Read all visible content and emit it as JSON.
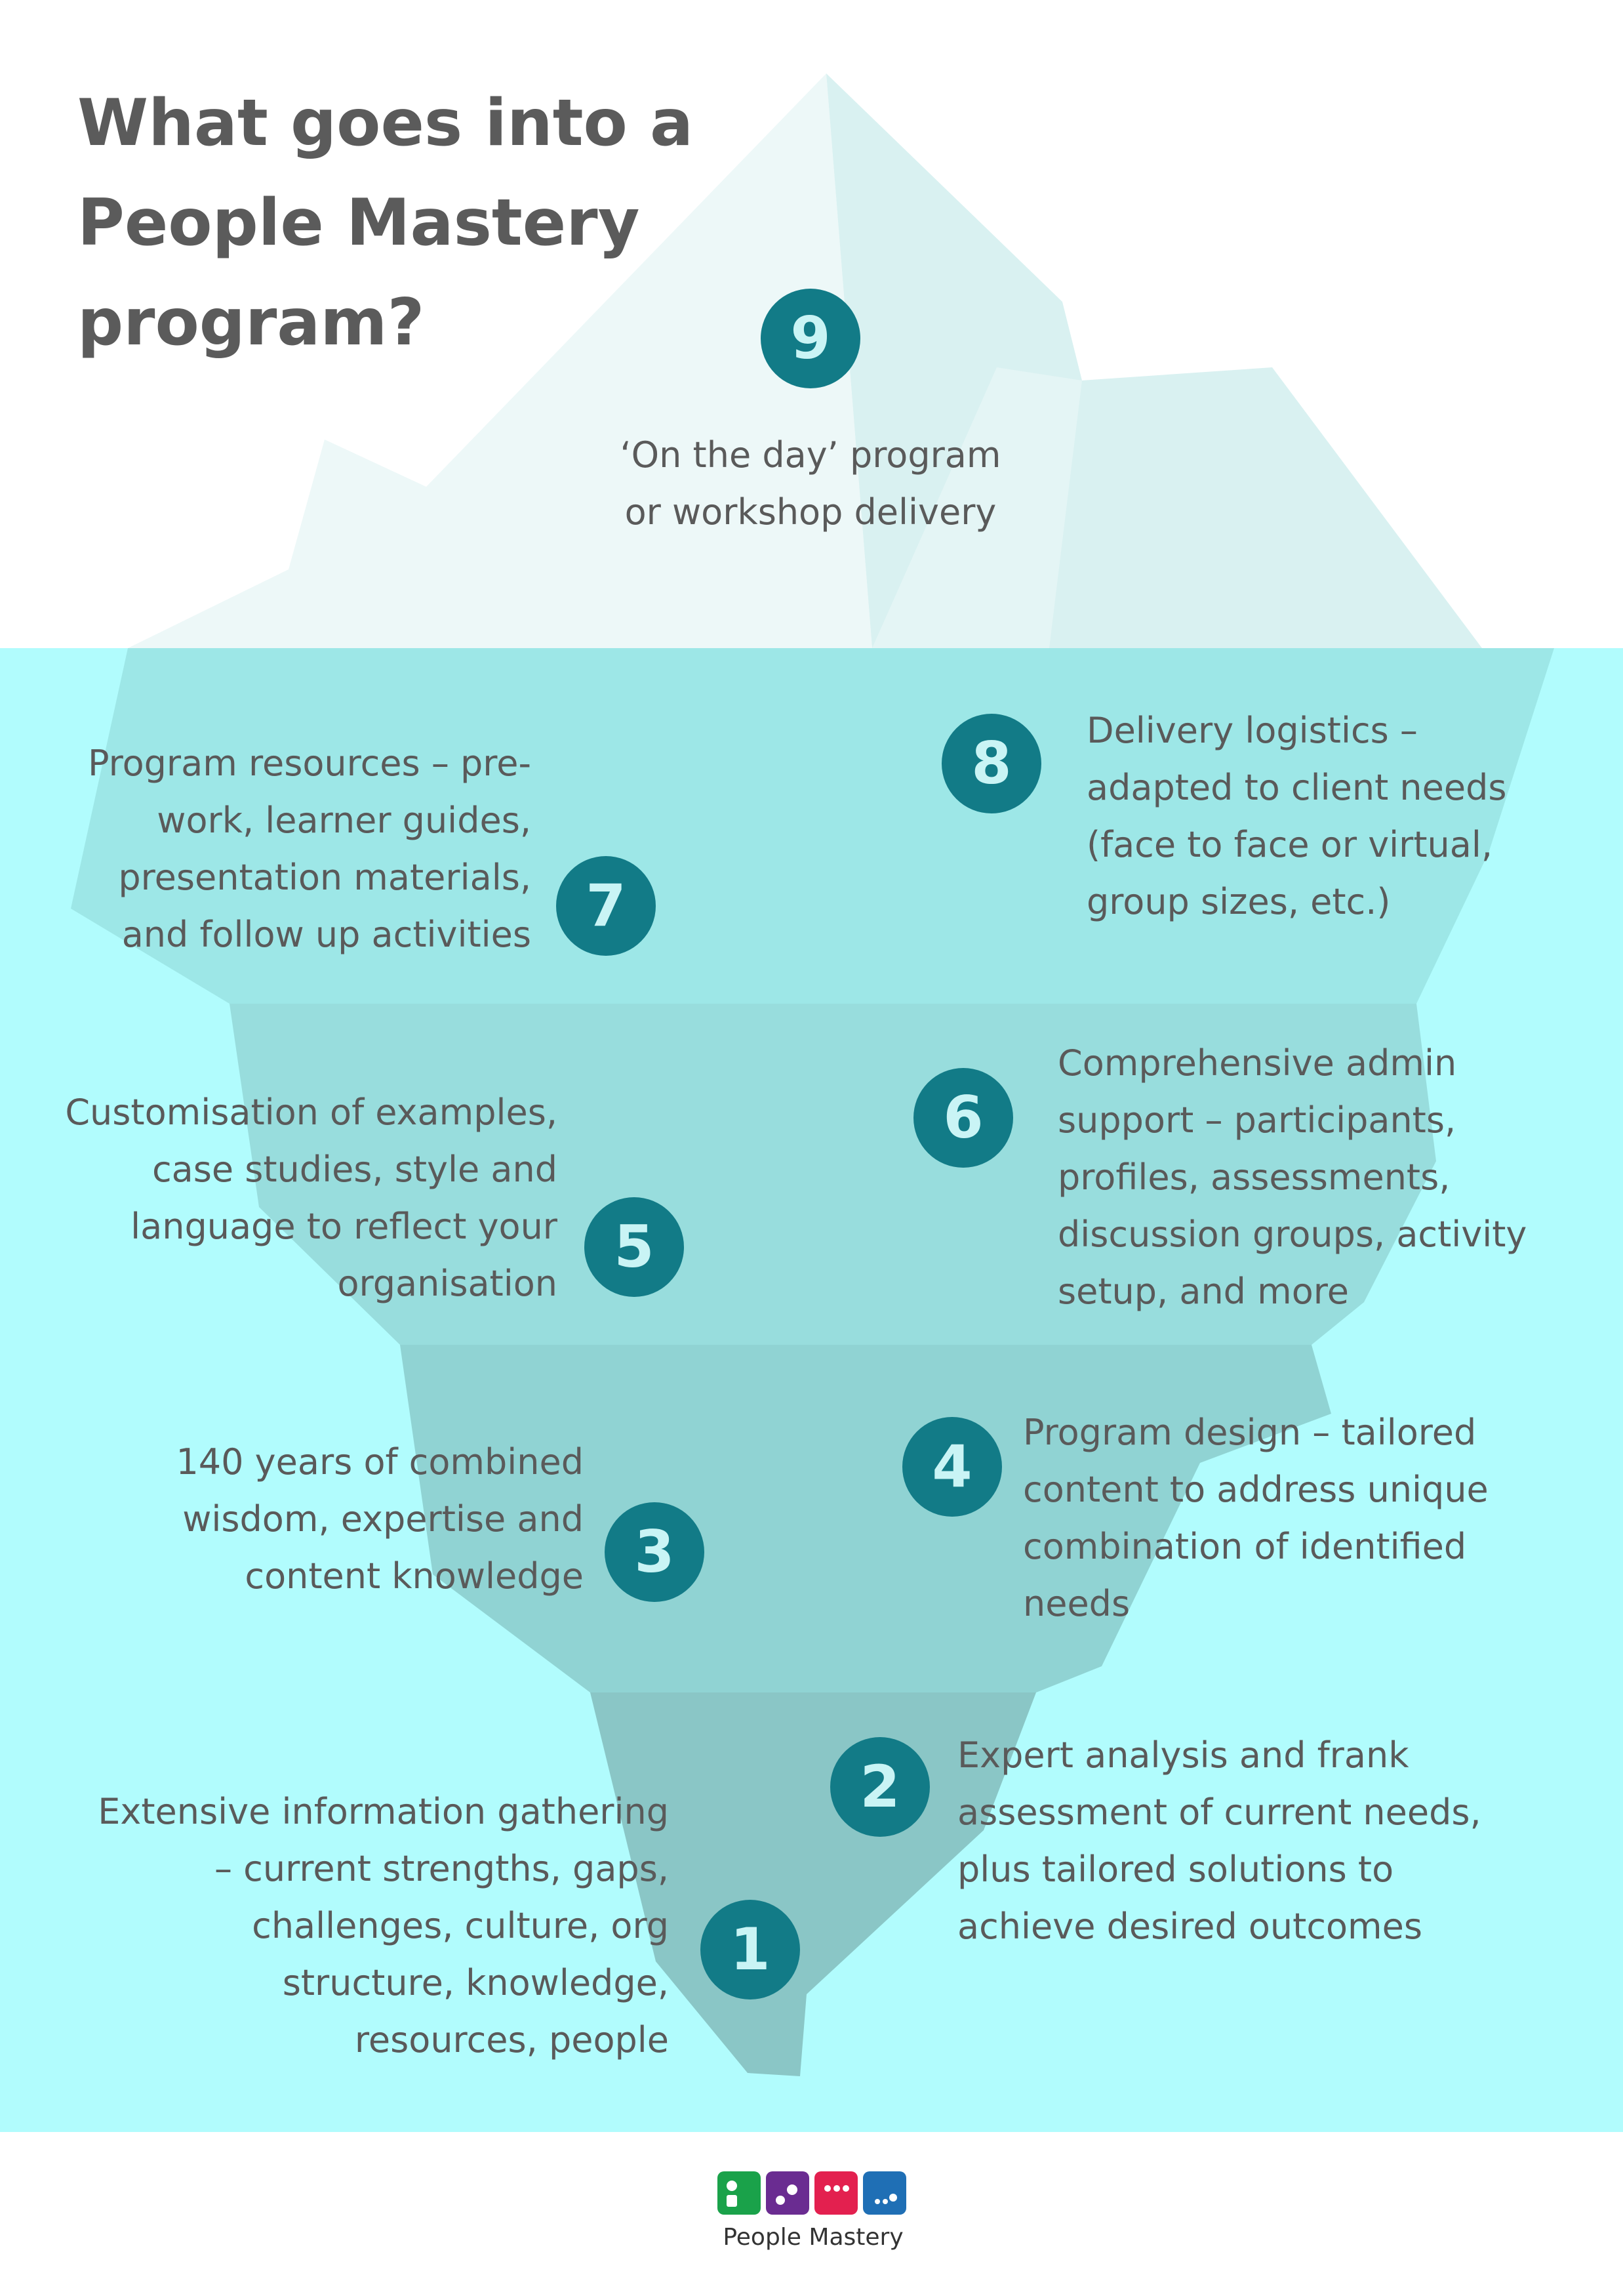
{
  "title": {
    "lines": [
      "What goes into a",
      "People Mastery",
      "program?"
    ]
  },
  "items": [
    {
      "number": "1",
      "lines": [
        "Extensive information gathering",
        "– current strengths, gaps,",
        "challenges, culture, org",
        "structure, knowledge,",
        "resources, people"
      ]
    },
    {
      "number": "2",
      "lines": [
        "Expert analysis and frank",
        "assessment of current needs,",
        "plus tailored solutions to",
        "achieve desired outcomes"
      ]
    },
    {
      "number": "3",
      "lines": [
        "140 years of combined",
        "wisdom, expertise and",
        "content knowledge"
      ]
    },
    {
      "number": "4",
      "lines": [
        "Program design – tailored",
        "content to address unique",
        "combination of identified",
        "needs"
      ]
    },
    {
      "number": "5",
      "lines": [
        "Customisation of examples,",
        "case studies, style and",
        "language to reflect your",
        "organisation"
      ]
    },
    {
      "number": "6",
      "lines": [
        "Comprehensive admin",
        "support – participants,",
        "profiles, assessments,",
        "discussion groups, activity",
        "setup, and more"
      ]
    },
    {
      "number": "7",
      "lines": [
        "Program resources – pre-",
        "work, learner guides,",
        "presentation materials,",
        "and follow up activities"
      ]
    },
    {
      "number": "8",
      "lines": [
        "Delivery logistics –",
        "adapted to client needs",
        "(face to face or virtual,",
        "group sizes, etc.)"
      ]
    },
    {
      "number": "9",
      "lines": [
        "‘On the day’ program",
        "or workshop delivery"
      ]
    }
  ],
  "logo": {
    "name": "People Mastery",
    "colors": [
      "#1aa24a",
      "#6a2c91",
      "#e3204f",
      "#1f6fb5"
    ]
  },
  "colors": {
    "water": "#b1fcfd",
    "badge": "#127b87",
    "badge_text": "#c9f4f5",
    "text": "#5a5a5a",
    "title": "#5b5b5b"
  }
}
